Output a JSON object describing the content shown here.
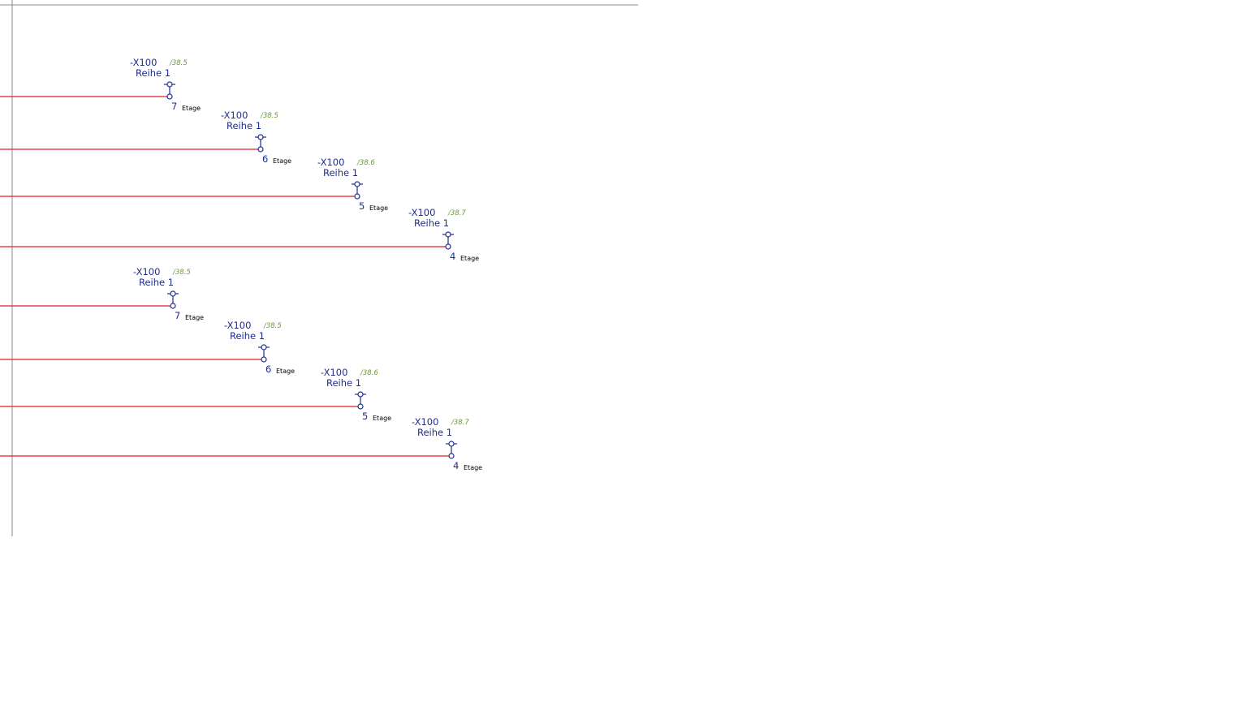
{
  "colors": {
    "wire": "#e0201b",
    "symbol": "#1f2d8f",
    "reference": "#6a9a3a",
    "frame": "#8a8a8a",
    "label": "#1f2d8f",
    "etage": "#000000"
  },
  "terminals": [
    {
      "device": "-X100",
      "row": "Reihe 1",
      "ref": "/38.5",
      "number": "7",
      "level": "Etage"
    },
    {
      "device": "-X100",
      "row": "Reihe 1",
      "ref": "/38.5",
      "number": "6",
      "level": "Etage"
    },
    {
      "device": "-X100",
      "row": "Reihe 1",
      "ref": "/38.6",
      "number": "5",
      "level": "Etage"
    },
    {
      "device": "-X100",
      "row": "Reihe 1",
      "ref": "/38.7",
      "number": "4",
      "level": "Etage"
    },
    {
      "device": "-X100",
      "row": "Reihe 1",
      "ref": "/38.5",
      "number": "7",
      "level": "Etage"
    },
    {
      "device": "-X100",
      "row": "Reihe 1",
      "ref": "/38.5",
      "number": "6",
      "level": "Etage"
    },
    {
      "device": "-X100",
      "row": "Reihe 1",
      "ref": "/38.6",
      "number": "5",
      "level": "Etage"
    },
    {
      "device": "-X100",
      "row": "Reihe 1",
      "ref": "/38.7",
      "number": "4",
      "level": "Etage"
    }
  ]
}
